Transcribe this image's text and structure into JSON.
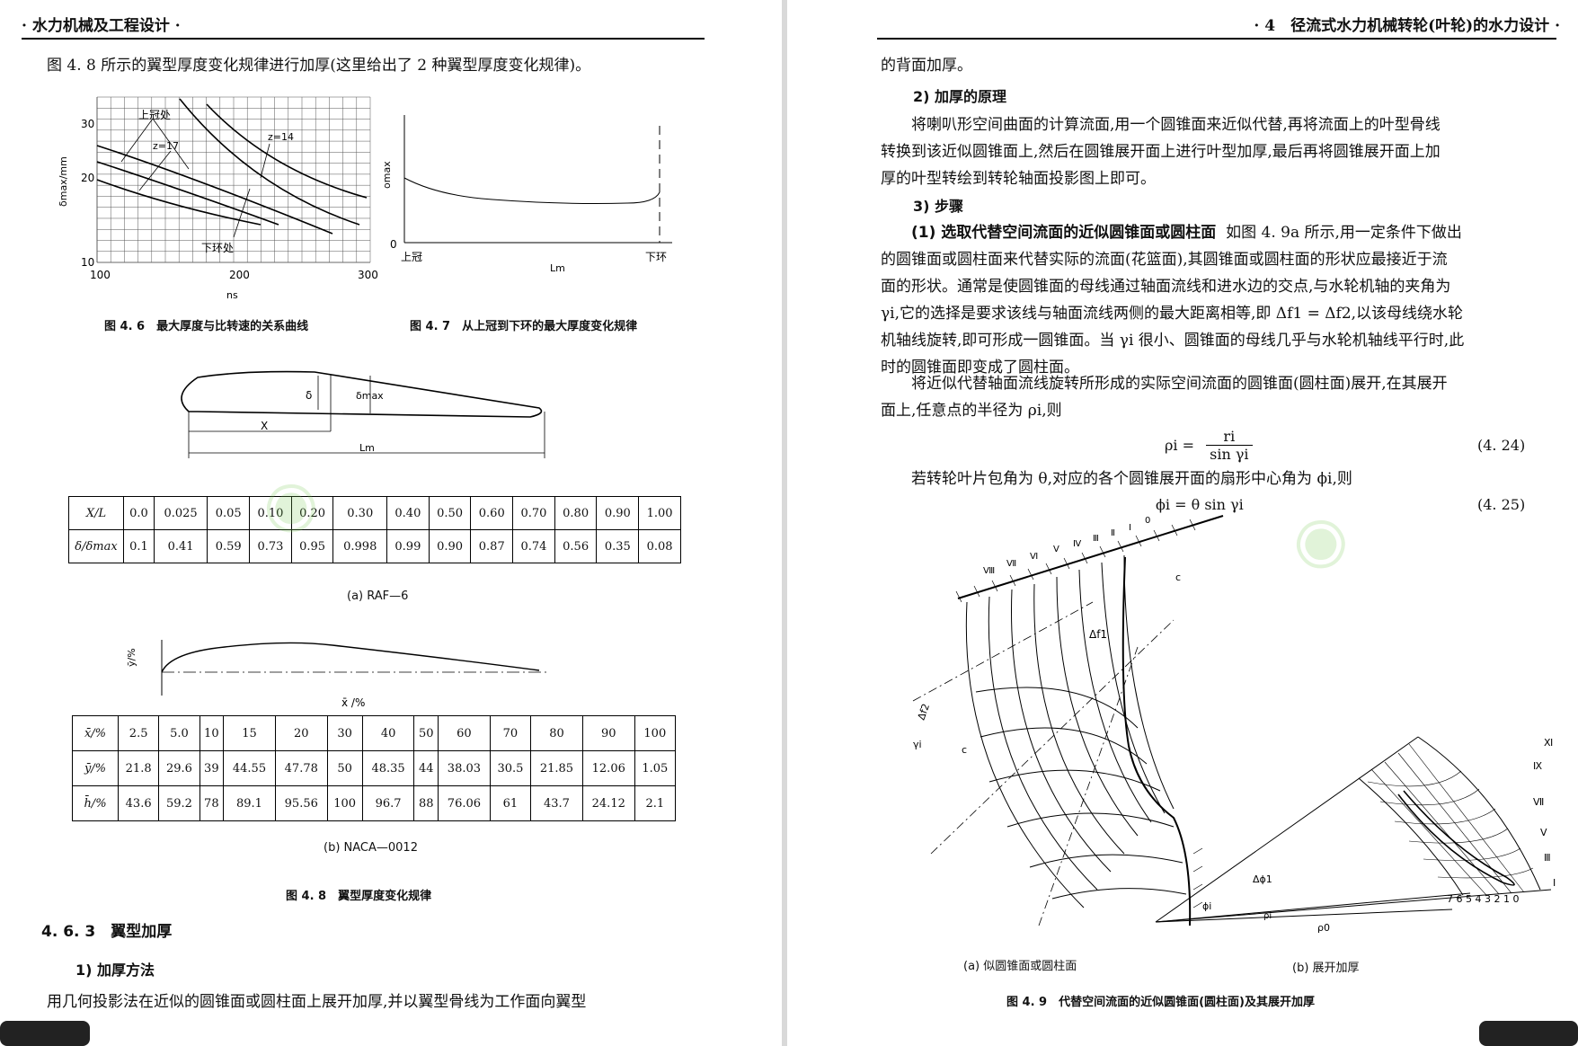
{
  "left": {
    "header": "· 水力机械及工程设计 ·",
    "para_top": "图 4. 8 所示的翼型厚度变化规律进行加厚(这里给出了 2 种翼型厚度变化规律)。",
    "fig46": {
      "ylabel": "δmax/mm",
      "xlabel": "ns",
      "yticks": [
        "30",
        "20",
        "10"
      ],
      "xticks": [
        "100",
        "200",
        "300"
      ],
      "ann_upper": "上冠处",
      "ann_z17": "z=17",
      "ann_z14": "z=14",
      "ann_lower": "下环处",
      "caption": "图 4. 6　最大厚度与比转速的关系曲线"
    },
    "fig47": {
      "ylabel": "δmax",
      "origin": "0",
      "xstart": "上冠",
      "xmid": "Lm",
      "xend": "下环",
      "caption": "图 4. 7　从上冠到下环的最大厚度变化规律"
    },
    "airfoil": {
      "delta": "δ",
      "delta_max": "δmax",
      "x": "X",
      "lm": "Lm"
    },
    "table_a": {
      "row1_head": "X/L",
      "row1": [
        "0.0",
        "0.025",
        "0.05",
        "0.10",
        "0.20",
        "0.30",
        "0.40",
        "0.50",
        "0.60",
        "0.70",
        "0.80",
        "0.90",
        "1.00"
      ],
      "row2_head": "δ/δmax",
      "row2": [
        "0.1",
        "0.41",
        "0.59",
        "0.73",
        "0.95",
        "0.998",
        "0.99",
        "0.90",
        "0.87",
        "0.74",
        "0.56",
        "0.35",
        "0.08"
      ],
      "caption": "(a) RAF—6"
    },
    "naca_plot": {
      "ylabel": "ȳ/%",
      "xlabel": "x̄ /%"
    },
    "table_b": {
      "r1_head": "x̄/%",
      "r1": [
        "2.5",
        "5.0",
        "10",
        "15",
        "20",
        "30",
        "40",
        "50",
        "60",
        "70",
        "80",
        "90",
        "100"
      ],
      "r2_head": "ȳ/%",
      "r2": [
        "21.8",
        "29.6",
        "39",
        "44.55",
        "47.78",
        "50",
        "48.35",
        "44",
        "38.03",
        "30.5",
        "21.85",
        "12.06",
        "1.05"
      ],
      "r3_head": "h̄/%",
      "r3": [
        "43.6",
        "59.2",
        "78",
        "89.1",
        "95.56",
        "100",
        "96.7",
        "88",
        "76.06",
        "61",
        "43.7",
        "24.12",
        "2.1"
      ],
      "caption": "(b) NACA—0012"
    },
    "fig48_caption": "图 4. 8　翼型厚度变化规律",
    "section": "4. 6. 3　翼型加厚",
    "sub1": "1) 加厚方法",
    "para_bottom": "用几何投影法在近似的圆锥面或圆柱面上展开加厚,并以翼型骨线为工作面向翼型"
  },
  "right": {
    "header": "· 4　径流式水力机械转轮(叶轮)的水力设计 ·",
    "p0": "的背面加厚。",
    "sub2": "2) 加厚的原理",
    "p1": [
      "将喇叭形空间曲面的计算流面,用一个圆锥面来近似代替,再将流面上的叶型骨线",
      "转换到该近似圆锥面上,然后在圆锥展开面上进行叶型加厚,最后再将圆锥展开面上加",
      "厚的叶型转绘到转轮轴面投影图上即可。"
    ],
    "sub3": "3) 步骤",
    "p2_bold": "(1) 选取代替空间流面的近似圆锥面或圆柱面",
    "p2": [
      "如图 4. 9a 所示,用一定条件下做出",
      "的圆锥面或圆柱面来代替实际的流面(花篮面),其圆锥面或圆柱面的形状应最接近于流",
      "面的形状。通常是使圆锥面的母线通过轴面流线和进水边的交点,与水轮机轴的夹角为",
      "γi,它的选择是要求该线与轴面流线两侧的最大距离相等,即 Δf1 = Δf2,以该母线绕水轮",
      "机轴线旋转,即可形成一圆锥面。当 γi 很小、圆锥面的母线几乎与水轮机轴线平行时,此",
      "时的圆锥面即变成了圆柱面。"
    ],
    "p3": [
      "将近似代替轴面流线旋转所形成的实际空间流面的圆锥面(圆柱面)展开,在其展开",
      "面上,任意点的半径为 ρi,则"
    ],
    "eq1_lhs": "ρi =",
    "eq1_num": "ri",
    "eq1_den": "sin γi",
    "eq1_no": "(4. 24)",
    "p4": "若转轮叶片包角为 θ,对应的各个圆锥展开面的扇形中心角为 ϕi,则",
    "eq2": "ϕi = θ sin γi",
    "eq2_no": "(4. 25)",
    "fig49a": {
      "roman": [
        "Ⅷ",
        "Ⅶ",
        "Ⅵ",
        "Ⅴ",
        "Ⅳ",
        "Ⅲ",
        "Ⅱ",
        "Ⅰ",
        "0"
      ],
      "c_top": "c",
      "df1": "Δf1",
      "df2": "Δf2",
      "gamma": "γi",
      "c_bot": "c",
      "caption": "(a) 似圆锥面或圆柱面"
    },
    "fig49b": {
      "roman": [
        "Ⅺ",
        "Ⅸ",
        "Ⅶ",
        "Ⅴ",
        "Ⅲ",
        "Ⅰ"
      ],
      "phi": "ϕi",
      "dphi": "Δϕ1",
      "rho_i": "ρi",
      "rho_0": "ρ0",
      "nums": "7 6 5 4 3 2 1 0",
      "caption": "(b) 展开加厚"
    },
    "fig49_caption": "图 4. 9　代替空间流面的近似圆锥面(圆柱面)及其展开加厚"
  },
  "colors": {
    "watermark": "#78c850",
    "ink": "#111111"
  }
}
